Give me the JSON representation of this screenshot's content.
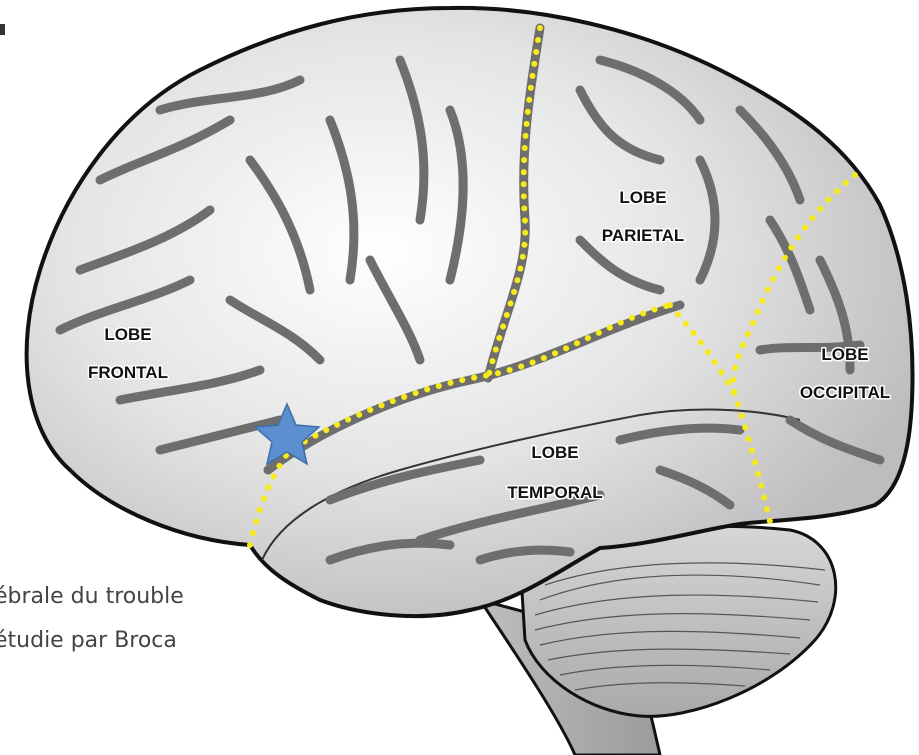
{
  "lobes": {
    "frontal": {
      "line1": "LOBE",
      "line2": "FRONTAL"
    },
    "parietal": {
      "line1": "LOBE",
      "line2": "PARIETAL"
    },
    "occipital": {
      "line1": "LOBE",
      "line2": "OCCIPITAL"
    },
    "temporal": {
      "line1": "LOBE",
      "line2": "TEMPORAL"
    }
  },
  "caption": {
    "line1": "ébrale du trouble",
    "line2": "étudie par Broca"
  },
  "colors": {
    "boundary_dots": "#f5ea1a",
    "marker_star": "#5b8fcf",
    "sulci": "#6e6e6e",
    "cortex_outline": "#111111"
  },
  "icons": {
    "marker": "star-icon"
  }
}
